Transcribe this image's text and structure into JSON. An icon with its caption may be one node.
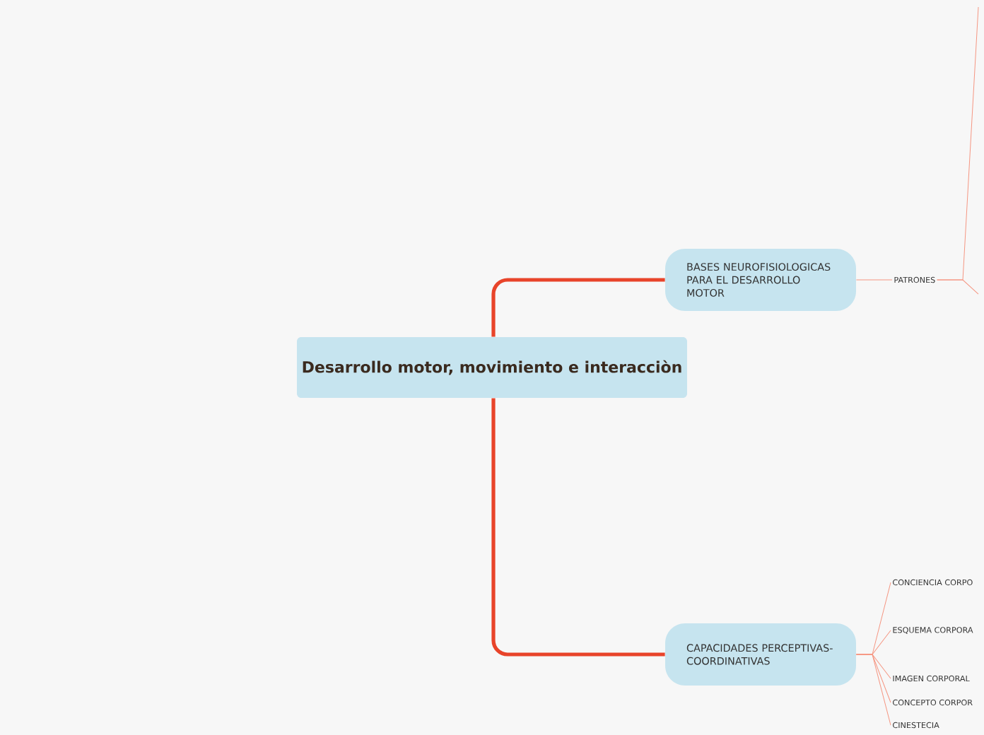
{
  "diagram": {
    "nodes": [
      {
        "text": [
          "Desarrollo motor, movimiento e interacciòn"
        ]
      },
      {
        "text": [
          "BASES NEUROFISIOLOGICAS PARA EL DESARROLLO MOTOR"
        ]
      },
      {
        "text": [
          "PATRONES"
        ]
      },
      {
        "text": [
          "CAPACIDADES PERCEPTIVAS- COORDINATIVAS"
        ]
      },
      {
        "text": [
          "CONCIENCIA CORPO"
        ]
      },
      {
        "text": [
          "ESQUEMA CORPORA"
        ]
      },
      {
        "text": [
          "IMAGEN CORPORAL"
        ]
      },
      {
        "text": [
          "CONCEPTO CORPOR"
        ]
      },
      {
        "text": [
          "CINESTECIA"
        ]
      }
    ],
    "edges": [
      {
        "from": 0,
        "to": 1,
        "arrow": "none",
        "style": "thick",
        "color": "#e8442a"
      },
      {
        "from": 0,
        "to": 3,
        "arrow": "none",
        "style": "thick",
        "color": "#e8442a"
      },
      {
        "from": 1,
        "to": 2,
        "arrow": "none"
      },
      {
        "from": 2,
        "to": null,
        "arrow": "none"
      },
      {
        "from": 2,
        "to": null,
        "arrow": "none"
      },
      {
        "from": 3,
        "to": 4,
        "arrow": "none"
      },
      {
        "from": 3,
        "to": 5,
        "arrow": "none"
      },
      {
        "from": 3,
        "to": 6,
        "arrow": "none"
      },
      {
        "from": 3,
        "to": 7,
        "arrow": "none"
      },
      {
        "from": 3,
        "to": 8,
        "arrow": "none"
      }
    ]
  }
}
